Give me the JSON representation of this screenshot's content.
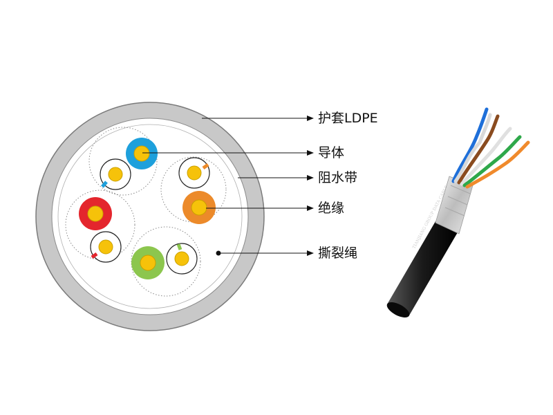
{
  "labels": {
    "jacket": "护套LDPE",
    "conductor": "导体",
    "water_block_tape": "阻水带",
    "insulation": "绝缘",
    "ripcord": "撕裂绳"
  },
  "pair_colors": {
    "blue": "#1ea0dc",
    "orange": "#ec8a2a",
    "red": "#e4262d",
    "green": "#8cc64e",
    "copper": "#f6c20a"
  },
  "cable_print": "TIANJIANG GROUP DATA CABLE"
}
